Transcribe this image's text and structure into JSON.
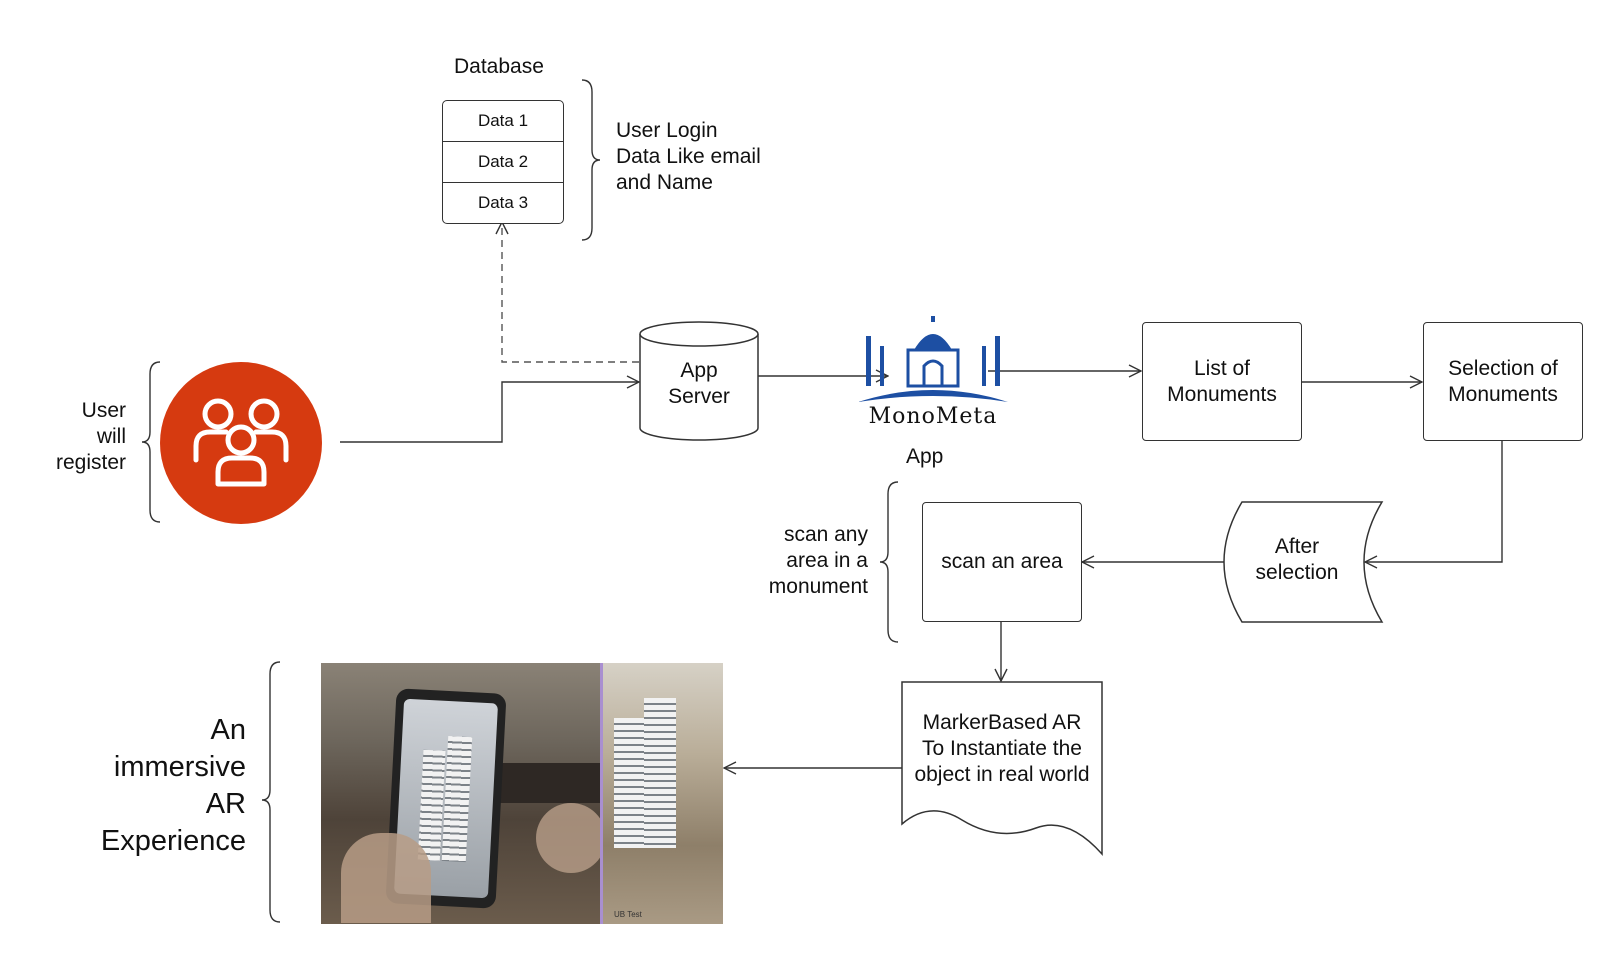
{
  "database": {
    "title": "Database",
    "rows": [
      "Data 1",
      "Data 2",
      "Data 3"
    ],
    "note_lines": [
      "User Login",
      "Data Like email",
      "and Name"
    ]
  },
  "user": {
    "note_lines": [
      "User",
      "will",
      "register"
    ],
    "icon": "users-group-icon",
    "color": "#d63a10"
  },
  "app_server": {
    "lines": [
      "App",
      "Server"
    ]
  },
  "app": {
    "logo_text": "MonoMeta",
    "caption": "App",
    "logo_icon": "taj-mahal-icon"
  },
  "list_of_monuments": {
    "lines": [
      "List of",
      "Monuments"
    ]
  },
  "selection_of_monuments": {
    "lines": [
      "Selection of",
      "Monuments"
    ]
  },
  "after_selection": {
    "lines": [
      "After",
      "selection"
    ]
  },
  "scan_area": {
    "label": "scan an area",
    "note_lines": [
      "scan any",
      "area in a",
      "monument"
    ]
  },
  "marker_ar": {
    "lines": [
      "MarkerBased AR",
      "To Instantiate the",
      "object in real world"
    ]
  },
  "ar_experience": {
    "lines": [
      "An",
      "immersive",
      "AR",
      "Experience"
    ],
    "photo_caption": "UB Test"
  }
}
